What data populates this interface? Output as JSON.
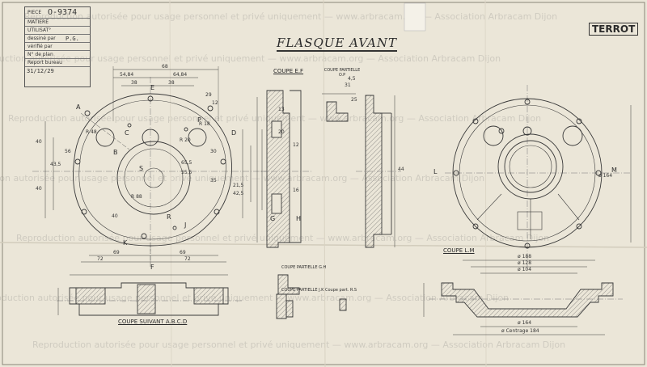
{
  "title": "FLASQUE AVANT",
  "brand": "TERROT",
  "title_block": {
    "rows": [
      {
        "label": "PIECE",
        "value": "O-9374"
      },
      {
        "label": "MATIERE",
        "value": ""
      },
      {
        "label": "UTILISAT°",
        "value": ""
      },
      {
        "label": "dessiné par",
        "value": "P.G."
      },
      {
        "label": "vérifié par",
        "value": ""
      },
      {
        "label": "N° de plan",
        "value": ""
      },
      {
        "label": "Report bureau",
        "value": ""
      },
      {
        "label": "",
        "value": "31/12/29"
      }
    ]
  },
  "section_labels": {
    "coupe_ef": "COUPE E.F",
    "coupe_partielle_op": "COUPE PARTIELLE O.P",
    "coupe_lm": "COUPE L.M",
    "coupe_abcd": "COUPE SUIVANT A.B.C.D",
    "coupe_partielle_gh": "COUPE PARTIELLE G.H",
    "coupe_partielle_jk": "COUPE PARTIELLE J.K",
    "coupe_partielle_rs": "Coupe part. R.S"
  },
  "letters": [
    "A",
    "B",
    "C",
    "D",
    "E",
    "F",
    "G",
    "H",
    "J",
    "K",
    "L",
    "M",
    "P",
    "R",
    "S"
  ],
  "dimensions": {
    "top": [
      "68",
      "54,84",
      "64,84",
      "38",
      "38",
      "29",
      "12"
    ],
    "bottom": [
      "69",
      "69",
      "72",
      "72",
      "56"
    ],
    "left": [
      "40",
      "40",
      "43,5",
      "42,5"
    ],
    "right_lm": [
      "ø 188",
      "ø 128",
      "ø 104",
      "ø 164",
      "ø 164",
      "ø Centrage 184"
    ],
    "misc": [
      "R 48",
      "R 18",
      "R 20",
      "R 88",
      "65,5",
      "55,5",
      "30",
      "35",
      "13",
      "20",
      "12",
      "16",
      "25",
      "31",
      "4,5",
      "21,5",
      "40",
      "44"
    ]
  },
  "watermark": "Reproduction autorisée pour usage personnel et privé uniquement — www.arbracam.org — Association Arbracam Dijon"
}
